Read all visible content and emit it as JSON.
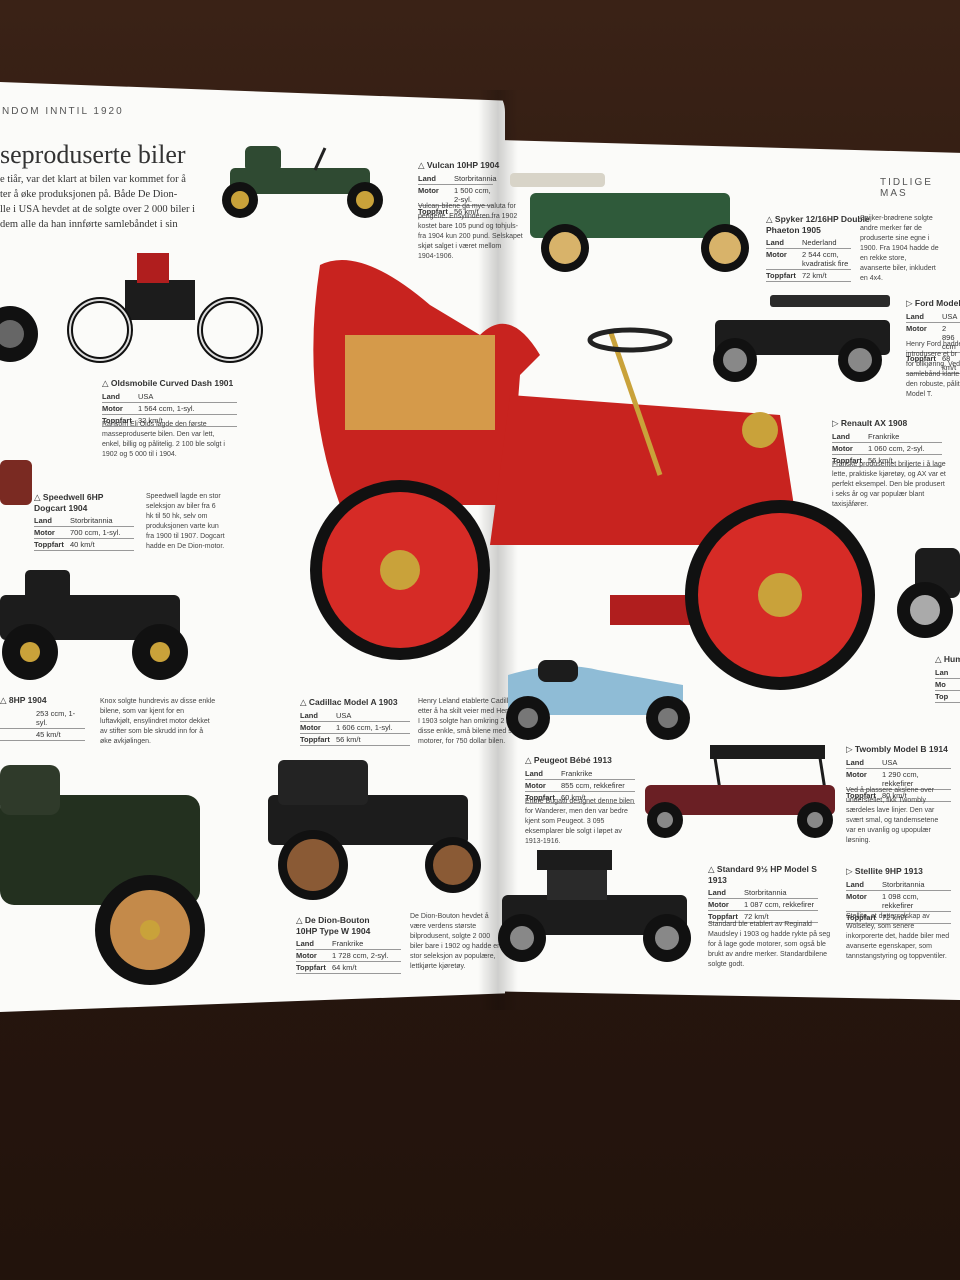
{
  "left_page": {
    "running_head": "NDOM INNTIL 1920",
    "heading": "seproduserte biler",
    "intro": "e tiår, var det klart at bilen var kommet for å\nter å øke produksjonen på. Både De Dion-\nlle i USA hevdet at de solgte over 2 000 biler i\ndem alle da han innførte samlebåndet i sin"
  },
  "right_page": {
    "running_head": "TIDLIGE MAS"
  },
  "cars": [
    {
      "id": "vulcan",
      "title": "Vulcan 10HP 1904",
      "rows": [
        [
          "Land",
          "Storbritannia"
        ],
        [
          "Motor",
          "1 500 ccm, 2-syl."
        ],
        [
          "Toppfart",
          "56 km/t"
        ]
      ],
      "desc": "Vulcan-bilene ga mye valuta for\npengene. Ensylinderen fra 1902\nkostet bare 105 pund og tohjuls-\nfra 1904 kun 200 pund. Selskapet\nskjøt salget i været mellom\n1904-1906."
    },
    {
      "id": "oldsmobile",
      "title": "Oldsmobile Curved Dash 1901",
      "rows": [
        [
          "Land",
          "USA"
        ],
        [
          "Motor",
          "1 564 ccm, 1-syl."
        ],
        [
          "Toppfart",
          "32 km/t"
        ]
      ],
      "desc": "Ransom Eli Olds lagde den første\nmasseproduserte bilen. Den var lett,\nenkel, billig og pålitelig. 2 100 ble solgt i\n1902 og 5 000 til i 1904."
    },
    {
      "id": "speedwell",
      "title": "Speedwell 6HP\nDogcart 1904",
      "rows": [
        [
          "Land",
          "Storbritannia"
        ],
        [
          "Motor",
          "700 ccm, 1-syl."
        ],
        [
          "Toppfart",
          "40 km/t"
        ]
      ],
      "desc": "Speedwell lagde en stor\nseleksjon av biler fra 6\nhk til 50 hk, selv om\nproduksjonen varte kun\nfra 1900 til 1907. Dogcart\nhadde en De Dion-motor."
    },
    {
      "id": "knox",
      "title": "8HP 1904",
      "rows": [
        [
          "",
          "253 ccm, 1-syl."
        ],
        [
          "",
          "45 km/t"
        ]
      ],
      "desc": "Knox solgte hundrevis av disse enkle\nbilene, som var kjent for en\nluftavkjølt, ensylindret motor dekket\nav stifter som ble skrudd inn for å\nøke avkjølingen."
    },
    {
      "id": "cadillac",
      "title": "Cadillac Model A 1903",
      "rows": [
        [
          "Land",
          "USA"
        ],
        [
          "Motor",
          "1 606 ccm, 1-syl."
        ],
        [
          "Toppfart",
          "56 km/t"
        ]
      ],
      "desc": "Henry Leland etablerte Cadillac\netter å ha skilt veier med Henry\nI 1903 solgte han omkring 2 400 av\ndisse enkle, små bilene med sine\nmotorer, for 750 dollar bilen."
    },
    {
      "id": "dedion",
      "title": "De Dion-Bouton\n10HP Type W 1904",
      "rows": [
        [
          "Land",
          "Frankrike"
        ],
        [
          "Motor",
          "1 728 ccm, 2-syl."
        ],
        [
          "Toppfart",
          "64 km/t"
        ]
      ],
      "desc": "De Dion-Bouton hevdet å\nvære verdens største\nbilprodusent, solgte 2 000\nbiler bare i 1902 og hadde en\nstor seleksjon av populære,\nlettkjørte kjøretøy."
    },
    {
      "id": "spyker",
      "title": "Spyker 12/16HP Double\nPhaeton 1905",
      "rows": [
        [
          "Land",
          "Nederland"
        ],
        [
          "Motor",
          "2 544 ccm, kvadratisk fire"
        ],
        [
          "Toppfart",
          "72 km/t"
        ]
      ],
      "desc": "Spijker-brødrene solgte\nandre merker før de\nproduserte sine egne i\n1900. Fra 1904 hadde de\nen rekke store,\navanserte biler, inkludert\nen 4x4."
    },
    {
      "id": "ford",
      "title": "Ford Model T",
      "rows": [
        [
          "Land",
          "USA"
        ],
        [
          "Motor",
          "2 896 ccm"
        ],
        [
          "Toppfart",
          "68 km/t"
        ]
      ],
      "desc": "Henry Ford hadde\nintrodusere et br\nfor bilkjøring. Ved\nsamlebånd klarte\nden robuste, pålit\nModel T."
    },
    {
      "id": "renault",
      "title": "Renault AX 1908",
      "rows": [
        [
          "Land",
          "Frankrike"
        ],
        [
          "Motor",
          "1 060 ccm, 2-syl."
        ],
        [
          "Toppfart",
          "56 km/t"
        ]
      ],
      "desc": "Franske produsentet briljerte i å lage\nlette, praktiske kjøretøy, og AX var et\nperfekt eksempel. Den ble produsert\ni seks år og var populær blant\ntaxisjåfører."
    },
    {
      "id": "peugeot",
      "title": "Peugeot Bébé 1913",
      "rows": [
        [
          "Land",
          "Frankrike"
        ],
        [
          "Motor",
          "855 ccm, rekkefirer"
        ],
        [
          "Toppfart",
          "60 km/t"
        ]
      ],
      "desc": "Ettore Bugatti designet denne bilen\nfor Wanderer, men den var bedre\nkjent som Peugeot. 3 095\neksemplarer ble solgt i løpet av\n1913-1916."
    },
    {
      "id": "twombly",
      "title": "Twombly Model B 1914",
      "rows": [
        [
          "Land",
          "USA"
        ],
        [
          "Motor",
          "1 290 ccm, rekkefirer"
        ],
        [
          "Toppfart",
          "80 km/t"
        ]
      ],
      "desc": "Ved å plassere akslene over\nunderstellet, fikk Twombly\nsærdeles lave linjer. Den var\nsvært smal, og tandemsetene\nvar en uvanlig og upopulær\nløsning."
    },
    {
      "id": "standard",
      "title": "Standard 9½ HP Model S\n1913",
      "rows": [
        [
          "Land",
          "Storbritannia"
        ],
        [
          "Motor",
          "1 087 ccm, rekkefirer"
        ],
        [
          "Toppfart",
          "72 km/t"
        ]
      ],
      "desc": "Standard ble etablert av Reginald\nMaudsley i 1903 og hadde rykte på seg\nfor å lage gode motorer, som også ble\nbrukt av andre merker. Standardbilene\nsolgte godt."
    },
    {
      "id": "stellite",
      "title": "Stellite 9HP 1913",
      "rows": [
        [
          "Land",
          "Storbritannia"
        ],
        [
          "Motor",
          "1 098 ccm, rekkefirer"
        ],
        [
          "Toppfart",
          "72 km/t"
        ]
      ],
      "desc": "Stellite, et datterselskap av\nWolseley, som senere\ninkorporerte det, hadde biler med\navanserte egenskaper, som\ntannstangstyring og toppventiler."
    },
    {
      "id": "hum",
      "title": "Hum",
      "rows": [
        [
          "Lan",
          ""
        ],
        [
          "Mo",
          ""
        ],
        [
          "Top",
          ""
        ]
      ],
      "desc": ""
    }
  ],
  "colors": {
    "cadillac_red": "#c8231f",
    "wheel_red": "#d62b26",
    "brass": "#c9a23a",
    "green": "#2f4a32",
    "black": "#1c1c1c",
    "blue": "#8fbcd6",
    "maroon": "#6a1f24"
  }
}
